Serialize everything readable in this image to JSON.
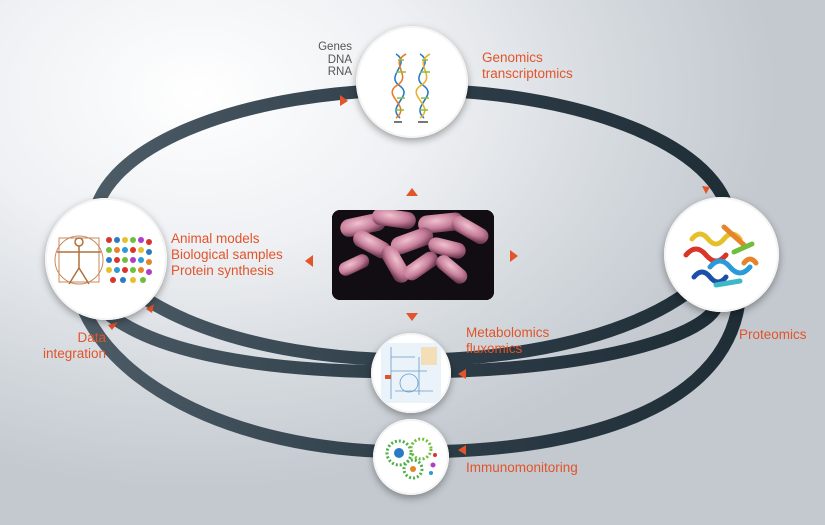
{
  "nodes": {
    "genomics": {
      "side_labels": [
        "Genes",
        "DNA",
        "RNA"
      ],
      "labels": [
        "Genomics",
        "transcriptomics"
      ]
    },
    "proteomics": {
      "labels": [
        "Proteomics"
      ]
    },
    "metabolomics": {
      "labels": [
        "Metabolomics",
        "fluxomics"
      ]
    },
    "immunomonitoring": {
      "labels": [
        "Immunomonitoring"
      ]
    },
    "animal_models": {
      "labels": [
        "Animal models",
        "Biological samples",
        "Protein synthesis"
      ]
    },
    "data_integration": {
      "labels": [
        "Data",
        "integration"
      ]
    }
  },
  "colors": {
    "ring": "#2f3f4a",
    "accent": "#e2542a",
    "label_grey": "#555555"
  },
  "icons": {
    "genomics": "dna-double-helix-icon",
    "proteomics": "protein-structure-icon",
    "metabolomics": "metabolic-pathway-icon",
    "immunomonitoring": "immune-cells-icon",
    "animal_models": "vitruvian-man-icon",
    "center": "bacteria-micrograph-icon"
  }
}
